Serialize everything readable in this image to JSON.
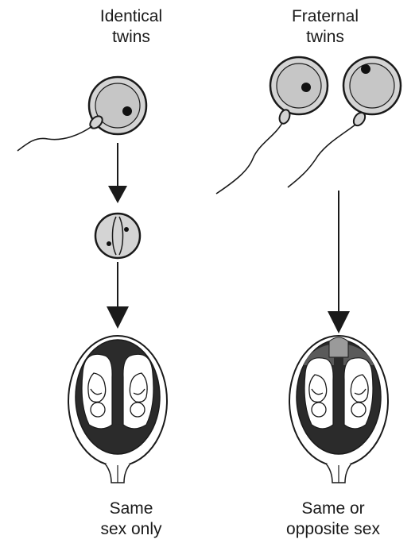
{
  "headings": {
    "identical": [
      "Identical",
      "twins"
    ],
    "fraternal": [
      "Fraternal",
      "twins"
    ]
  },
  "captions": {
    "identical": [
      "Same",
      "sex only"
    ],
    "fraternal": [
      "Same or",
      "opposite sex"
    ]
  },
  "colors": {
    "ink": "#1a1a1a",
    "cell_fill": "#cfcfcf",
    "uterus_dark": "#2b2b2b",
    "placenta_gray": "#9a9a9a"
  }
}
